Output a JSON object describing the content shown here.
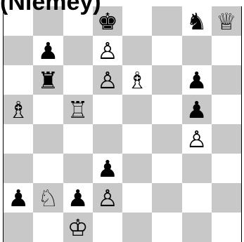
{
  "caption": "(Niemey)",
  "colors": {
    "light_square": "#ffffff",
    "dark_square": "#c8c8c8",
    "piece": "#000000"
  },
  "board": {
    "rows": [
      [
        "",
        "",
        "",
        "bK",
        "",
        "",
        "bN",
        "wQ"
      ],
      [
        "",
        "bP",
        "",
        "wP",
        "",
        "",
        "",
        ""
      ],
      [
        "",
        "bR",
        "",
        "wP",
        "wB",
        "",
        "bP",
        ""
      ],
      [
        "wB",
        "",
        "wR",
        "",
        "",
        "",
        "bP",
        ""
      ],
      [
        "",
        "",
        "",
        "",
        "",
        "",
        "wP",
        ""
      ],
      [
        "",
        "",
        "",
        "bP",
        "",
        "",
        "",
        ""
      ],
      [
        "bP",
        "wN",
        "bP",
        "wP",
        "",
        "",
        "",
        ""
      ],
      [
        "",
        "",
        "wK",
        "",
        "",
        "",
        "",
        ""
      ]
    ]
  },
  "piece_glyphs": {
    "wK": "♔",
    "wQ": "♕",
    "wR": "♖",
    "wB": "♗",
    "wN": "♘",
    "wP": "♙",
    "bK": "♚",
    "bQ": "♛",
    "bR": "♜",
    "bB": "♝",
    "bN": "♞",
    "bP": "♟"
  },
  "piece_names": {
    "wK": "white-king-icon",
    "wQ": "white-queen-icon",
    "wR": "white-rook-icon",
    "wB": "white-bishop-icon",
    "wN": "white-knight-icon",
    "wP": "white-pawn-icon",
    "bK": "black-king-icon",
    "bQ": "black-queen-icon",
    "bR": "black-rook-icon",
    "bB": "black-bishop-icon",
    "bN": "black-knight-icon",
    "bP": "black-pawn-icon"
  }
}
